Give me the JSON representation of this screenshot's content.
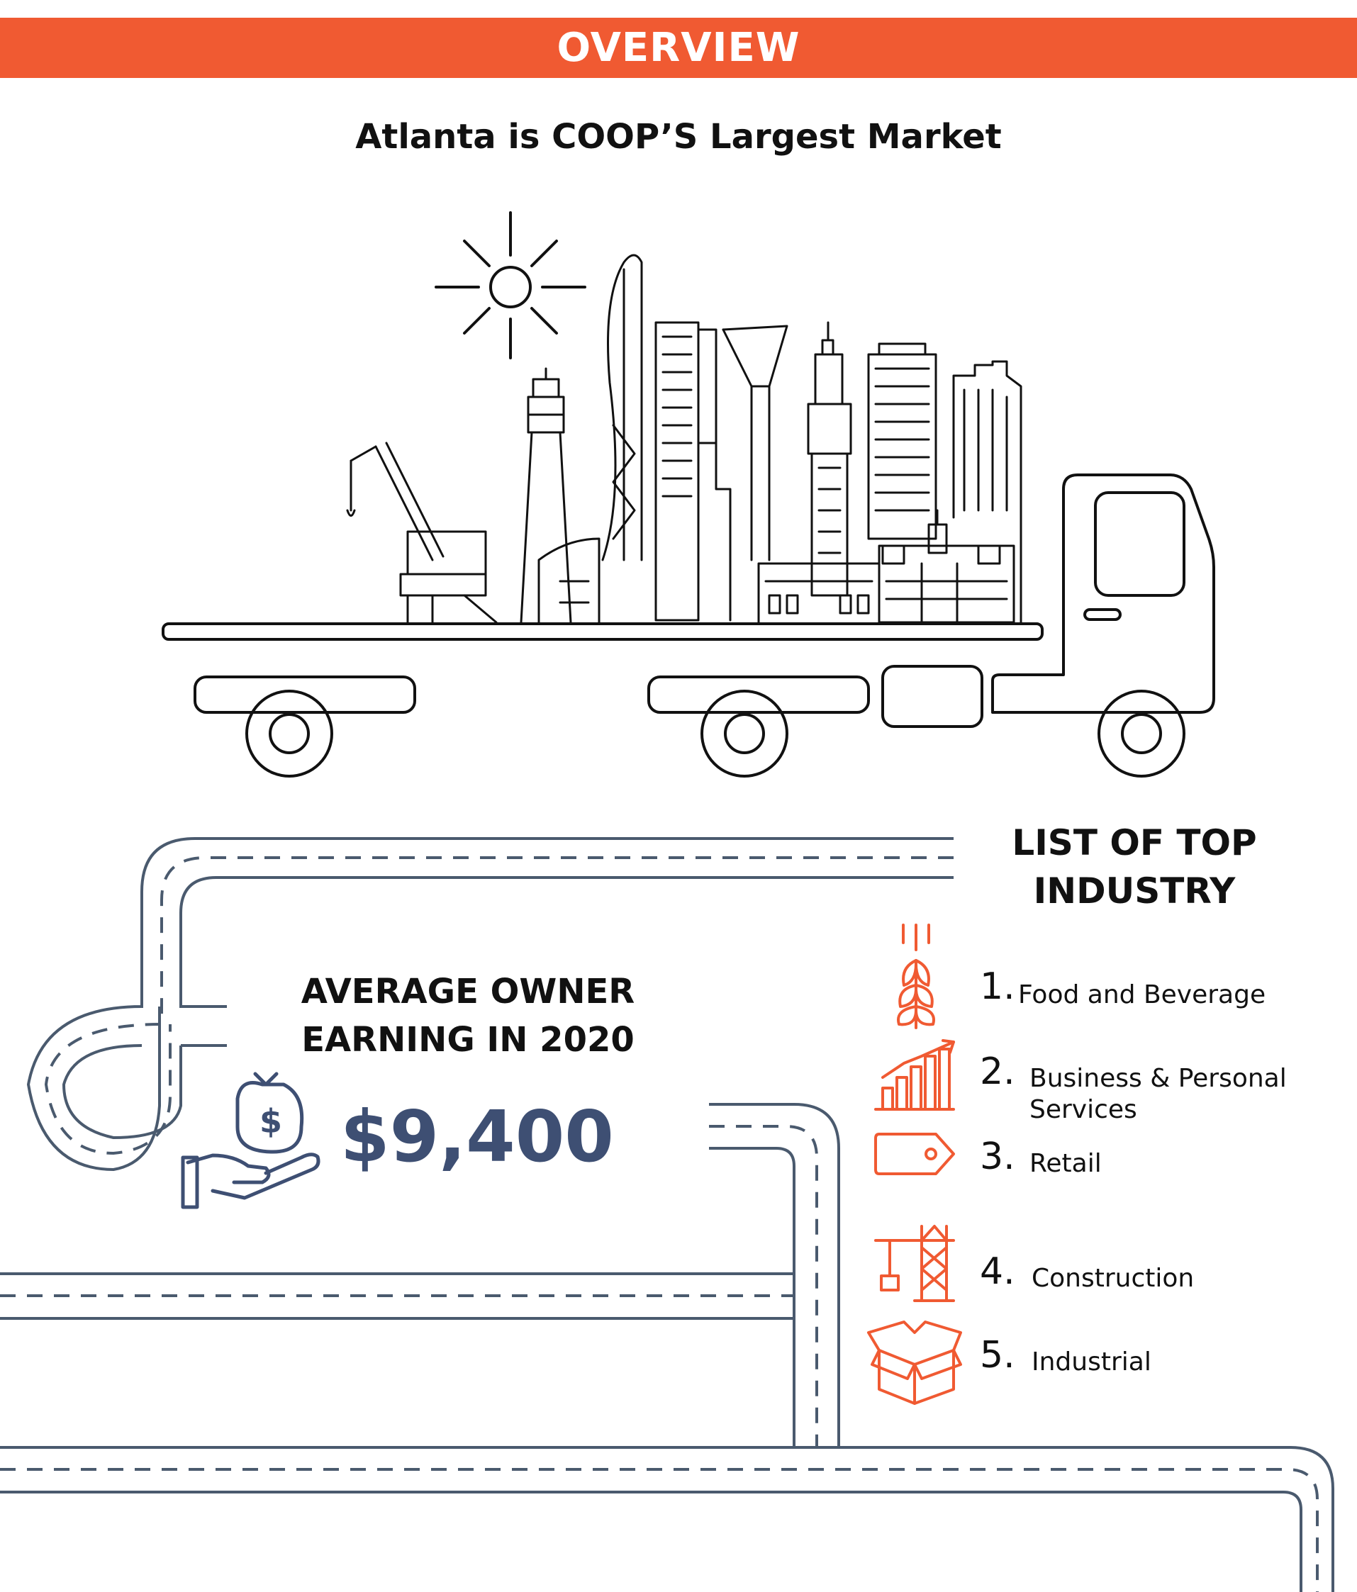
{
  "header": {
    "banner": "OVERVIEW",
    "title": "Atlanta is COOP’S Largest Market"
  },
  "earnings": {
    "heading_line1": "AVERAGE OWNER",
    "heading_line2": "EARNING IN 2020",
    "value": "$9,400"
  },
  "industries": {
    "heading_line1": "LIST OF TOP",
    "heading_line2": "INDUSTRY",
    "items": [
      {
        "number": "1.",
        "label": "Food and Beverage",
        "icon": "wheat-icon"
      },
      {
        "number": "2.",
        "label_line1": "Business & Personal",
        "label_line2": "Services",
        "icon": "bar-chart-growth-icon"
      },
      {
        "number": "3.",
        "label": "Retail",
        "icon": "price-tag-icon"
      },
      {
        "number": "4.",
        "label": "Construction",
        "icon": "tower-crane-icon"
      },
      {
        "number": "5.",
        "label": "Industrial",
        "icon": "open-box-icon"
      }
    ]
  },
  "colors": {
    "accent": "#F05A32",
    "navy": "#3E4F73",
    "road": "#4A5A6E",
    "ink": "#111111"
  }
}
